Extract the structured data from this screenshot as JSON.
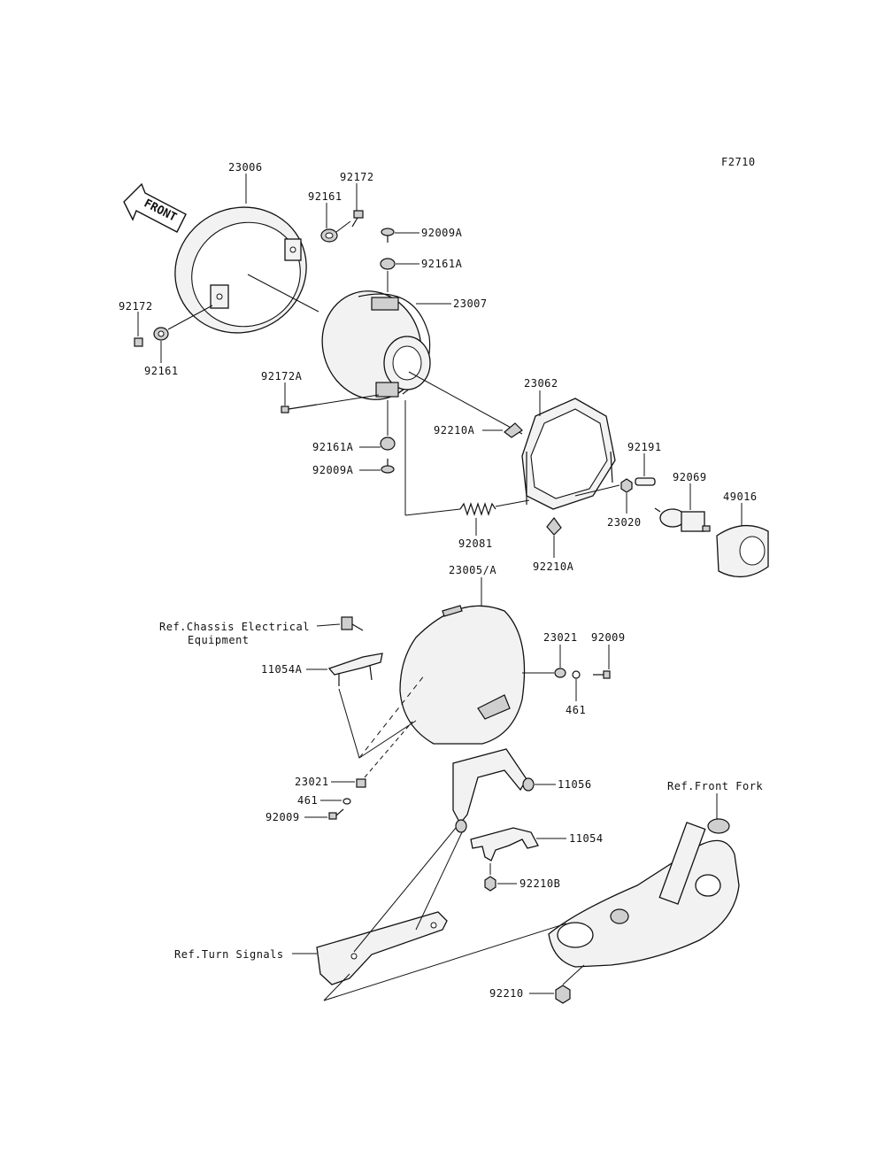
{
  "figure_code": "F2710",
  "front_arrow_label": "FRONT",
  "labels": {
    "l23006": "23006",
    "l92172_top": "92172",
    "l92161_top": "92161",
    "l92009A_top": "92009A",
    "l92161A_top": "92161A",
    "l23007": "23007",
    "l92172_left": "92172",
    "l92161_left": "92161",
    "l92172A": "92172A",
    "l23062": "23062",
    "l92210A_upper": "92210A",
    "l92161A_bottom": "92161A",
    "l92009A_bottom": "92009A",
    "l92191": "92191",
    "l92069": "92069",
    "l49016": "49016",
    "l23020": "23020",
    "l92081": "92081",
    "l92210A_lower": "92210A",
    "l23005A": "23005/A",
    "ref_chassis_1": "Ref.Chassis Electrical",
    "ref_chassis_2": "Equipment",
    "l11054A": "11054A",
    "l23021_right": "23021",
    "l92009_right": "92009",
    "l461_right": "461",
    "l23021_left": "23021",
    "l461_left": "461",
    "l92009_left": "92009",
    "l11056": "11056",
    "l11054": "11054",
    "l92210B": "92210B",
    "ref_front_fork": "Ref.Front Fork",
    "ref_turn_signals": "Ref.Turn Signals",
    "l92210": "92210"
  }
}
